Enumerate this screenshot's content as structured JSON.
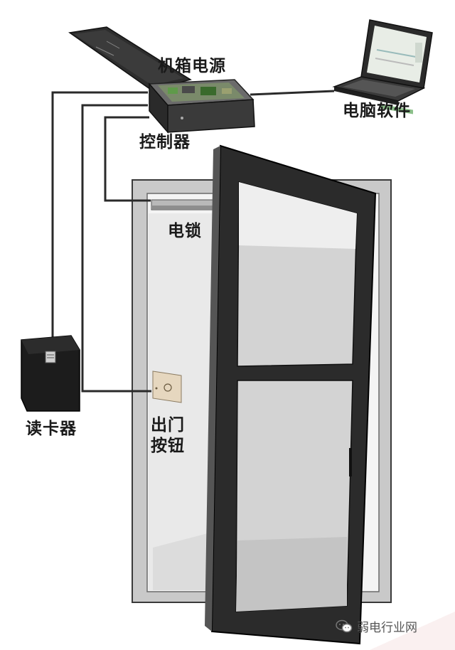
{
  "labels": {
    "power_box": "机箱电源",
    "pc_software": "电脑软件",
    "controller": "控制器",
    "electric_lock": "电锁",
    "card_reader": "读卡器",
    "exit_button_line1": "出门",
    "exit_button_line2": "按钮"
  },
  "watermark": {
    "text": "弱电行业网",
    "icon": "wechat-icon"
  },
  "colors": {
    "door_frame": "#2b2b2b",
    "glass": "#d3d3d3",
    "wall_frame": "#c8c8c8",
    "cable": "#2a2a2a"
  }
}
